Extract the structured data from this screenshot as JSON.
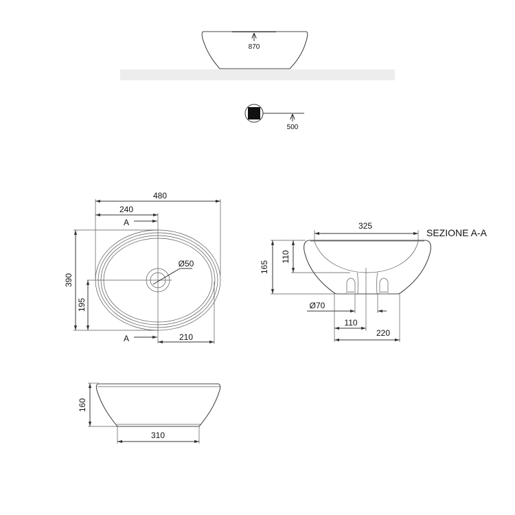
{
  "elevation_top": {
    "height_label": "870",
    "trap_label": "500"
  },
  "plan": {
    "width": "480",
    "half_width": "240",
    "depth": "390",
    "half_depth": "195",
    "drain": "Ø50",
    "offset": "210",
    "section_marker_top": "A",
    "section_marker_bottom": "A"
  },
  "section": {
    "title": "SEZIONE A-A",
    "inner_width": "325",
    "total_height": "165",
    "basin_depth": "110",
    "outlet": "Ø70",
    "half_base": "110",
    "base": "220"
  },
  "side": {
    "height": "160",
    "base": "310"
  }
}
